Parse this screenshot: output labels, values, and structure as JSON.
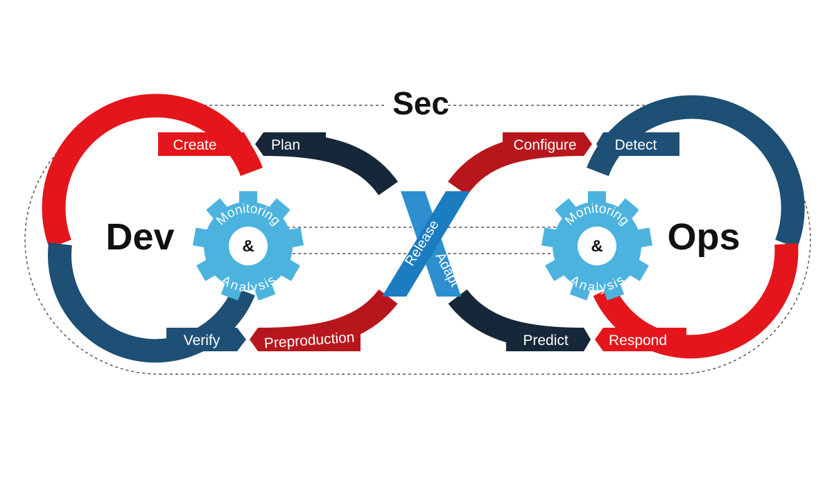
{
  "title": "Sec",
  "dev": {
    "hub": "Dev",
    "gear": {
      "top": "Monitoring",
      "center": "&",
      "bottom": "Analysis"
    },
    "stages": {
      "create": "Create",
      "plan": "Plan",
      "verify": "Verify",
      "preproduction": "Preproduction"
    }
  },
  "ops": {
    "hub": "Ops",
    "gear": {
      "top": "Monitoring",
      "center": "&",
      "bottom": "Analysis"
    },
    "stages": {
      "configure": "Configure",
      "detect": "Detect",
      "predict": "Predict",
      "respond": "Respond"
    }
  },
  "center": {
    "release": "Release",
    "adapt": "Adapt"
  },
  "colors": {
    "red": "#e4161b",
    "dark_navy": "#16273a",
    "steel_blue": "#1e4f74",
    "gear_blue": "#4cb3df",
    "band_blue": "#2d8fcf",
    "dotted": "#555555"
  }
}
